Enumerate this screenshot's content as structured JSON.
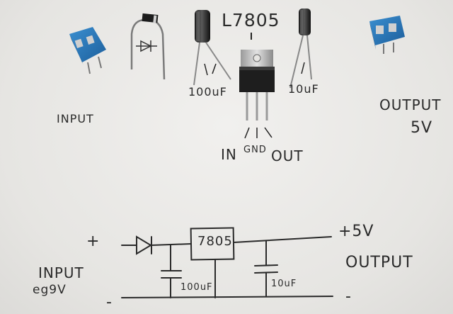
{
  "labels": {
    "regulator_part": "L7805",
    "cap_left": "100uF",
    "cap_right": "10uF",
    "input_top": "INPUT",
    "output_top_1": "OUTPUT",
    "output_top_2": "5V",
    "pin_in": "IN",
    "pin_gnd": "GND",
    "pin_out": "OUT",
    "schematic_reg": "7805",
    "schematic_cap_left": "100uF",
    "schematic_cap_right": "10uF",
    "plus_left": "+",
    "plus_right": "+5V",
    "minus_left": "-",
    "minus_right": "-",
    "input_bottom_1": "INPUT",
    "input_bottom_2": "eg9V",
    "output_bottom": "OUTPUT"
  }
}
